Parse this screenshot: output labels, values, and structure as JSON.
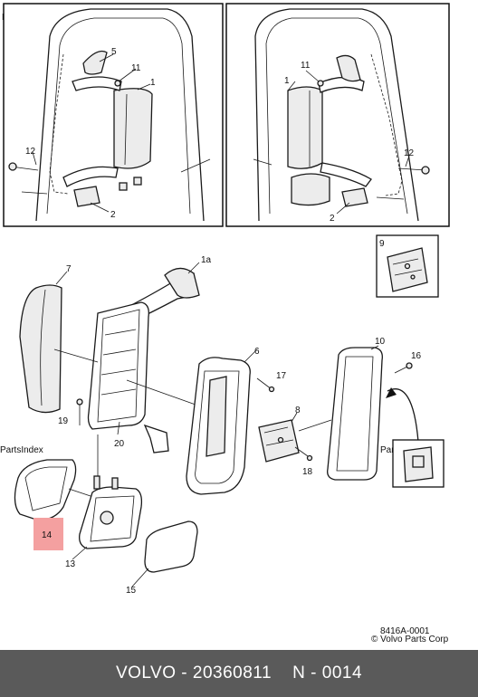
{
  "watermark": "PartsIndex",
  "callouts": {
    "c1a": "1",
    "c5": "5",
    "c11a": "11",
    "c12a": "12",
    "c2a": "2",
    "c11b": "11",
    "c1b": "1",
    "c12b": "12",
    "c2b": "2",
    "c9": "9",
    "c7": "7",
    "c1c": "1a",
    "c6": "6",
    "c17": "17",
    "c10": "10",
    "c16": "16",
    "c19": "19",
    "c20": "20",
    "c8": "8",
    "c18": "18",
    "c14": "14",
    "c13": "13",
    "c15": "15"
  },
  "highlight_color": "#f4a0a0",
  "ref_code": "8416A-0001",
  "copyright": "© Volvo Parts Corp",
  "footer": {
    "brand": "VOLVO",
    "sep": " - ",
    "part_number": "20360811",
    "gap": "    ",
    "ref": "N - 0014"
  }
}
